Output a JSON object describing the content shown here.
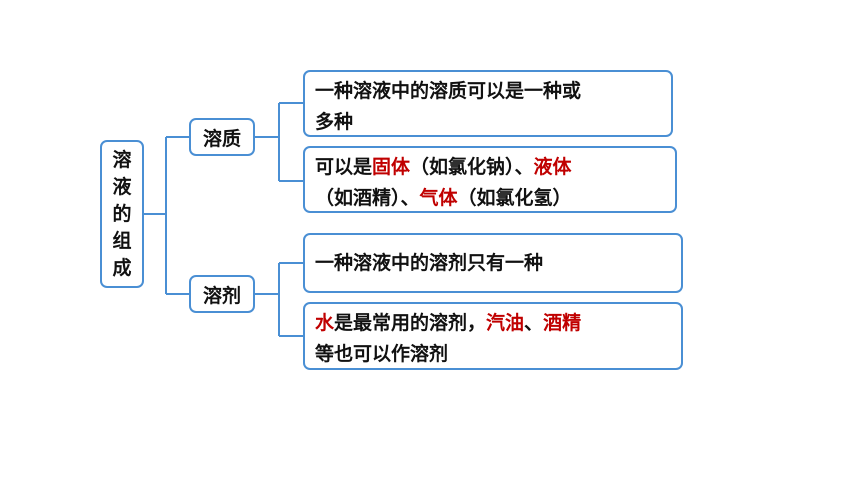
{
  "root": {
    "chars": [
      "溶",
      "液",
      "的",
      "组",
      "成"
    ]
  },
  "branches": [
    {
      "label": "溶质",
      "items": [
        {
          "lines": [
            [
              {
                "text": "一种溶液中的溶质可以是一种或",
                "color": "default"
              }
            ],
            [
              {
                "text": "多种",
                "color": "default"
              }
            ]
          ]
        },
        {
          "lines": [
            [
              {
                "text": "可以是",
                "color": "default"
              },
              {
                "text": "固体",
                "color": "red"
              },
              {
                "text": "（如氯化钠）、",
                "color": "default"
              },
              {
                "text": "液体",
                "color": "red"
              }
            ],
            [
              {
                "text": "（如酒精）、",
                "color": "default"
              },
              {
                "text": "气体",
                "color": "red"
              },
              {
                "text": "（如氯化氢）",
                "color": "default"
              }
            ]
          ]
        }
      ]
    },
    {
      "label": "溶剂",
      "items": [
        {
          "lines": [
            [
              {
                "text": "一种溶液中的溶剂只有一种",
                "color": "default"
              }
            ]
          ]
        },
        {
          "lines": [
            [
              {
                "text": "水",
                "color": "red"
              },
              {
                "text": "是最常用的溶剂，",
                "color": "default"
              },
              {
                "text": "汽油",
                "color": "red"
              },
              {
                "text": "、",
                "color": "default"
              },
              {
                "text": "酒精",
                "color": "red"
              }
            ],
            [
              {
                "text": "等也可以作溶剂",
                "color": "default"
              }
            ]
          ]
        }
      ]
    }
  ],
  "colors": {
    "border": "#4a8fd4",
    "highlight": "#c00000",
    "text": "#111111"
  }
}
